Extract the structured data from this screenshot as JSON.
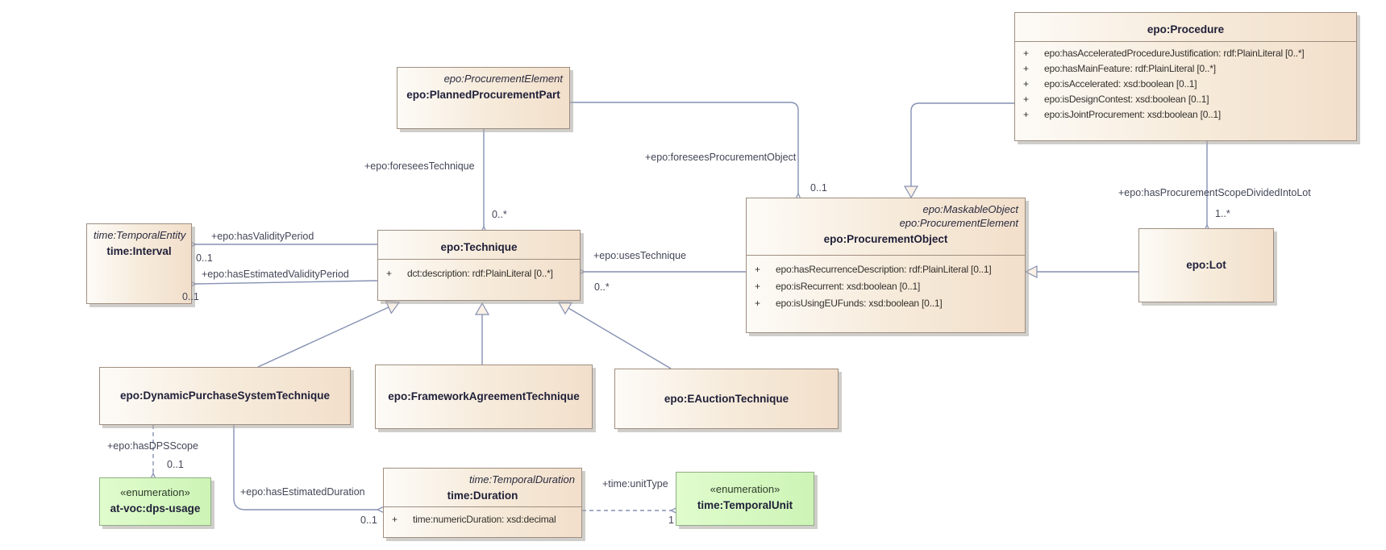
{
  "classes": {
    "plannedProcurementPart": {
      "stereotypes": [
        "epo:ProcurementElement"
      ],
      "name": "epo:PlannedProcurementPart",
      "attributes": []
    },
    "procedure": {
      "stereotypes": [],
      "name": "epo:Procedure",
      "attributes": [
        {
          "vis": "+",
          "sig": "epo:hasAcceleratedProcedureJustification: rdf:PlainLiteral [0..*]"
        },
        {
          "vis": "+",
          "sig": "epo:hasMainFeature: rdf:PlainLiteral [0..*]"
        },
        {
          "vis": "+",
          "sig": "epo:isAccelerated: xsd:boolean [0..1]"
        },
        {
          "vis": "+",
          "sig": "epo:isDesignContest: xsd:boolean [0..1]"
        },
        {
          "vis": "+",
          "sig": "epo:isJointProcurement: xsd:boolean [0..1]"
        }
      ]
    },
    "interval": {
      "stereotypes": [
        "time:TemporalEntity"
      ],
      "name": "time:Interval",
      "attributes": []
    },
    "technique": {
      "stereotypes": [],
      "name": "epo:Technique",
      "attributes": [
        {
          "vis": "+",
          "sig": "dct:description: rdf:PlainLiteral [0..*]"
        }
      ]
    },
    "procurementObject": {
      "stereotypes": [
        "epo:MaskableObject",
        "epo:ProcurementElement"
      ],
      "name": "epo:ProcurementObject",
      "attributes": [
        {
          "vis": "+",
          "sig": "epo:hasRecurrenceDescription: rdf:PlainLiteral [0..1]"
        },
        {
          "vis": "+",
          "sig": "epo:isRecurrent: xsd:boolean [0..1]"
        },
        {
          "vis": "+",
          "sig": "epo:isUsingEUFunds: xsd:boolean [0..1]"
        }
      ]
    },
    "lot": {
      "stereotypes": [],
      "name": "epo:Lot",
      "attributes": []
    },
    "dynamicPurchaseSystemTechnique": {
      "stereotypes": [],
      "name": "epo:DynamicPurchaseSystemTechnique",
      "attributes": []
    },
    "frameworkAgreementTechnique": {
      "stereotypes": [],
      "name": "epo:FrameworkAgreementTechnique",
      "attributes": []
    },
    "eAuctionTechnique": {
      "stereotypes": [],
      "name": "epo:EAuctionTechnique",
      "attributes": []
    },
    "duration": {
      "stereotypes": [
        "time:TemporalDuration"
      ],
      "name": "time:Duration",
      "attributes": [
        {
          "vis": "+",
          "sig": "time:numericDuration: xsd:decimal"
        }
      ]
    },
    "dpsUsage": {
      "stereotype": "«enumeration»",
      "name": "at-voc:dps-usage"
    },
    "temporalUnit": {
      "stereotype": "«enumeration»",
      "name": "time:TemporalUnit"
    }
  },
  "associations": {
    "foreseesTechnique": {
      "label": "+epo:foreseesTechnique",
      "multiplicity": "0..*"
    },
    "foreseesProcurementObject": {
      "label": "+epo:foreseesProcurementObject",
      "multiplicity": "0..1"
    },
    "hasValidityPeriod": {
      "label": "+epo:hasValidityPeriod",
      "multiplicity": "0..1"
    },
    "hasEstimatedValidityPeriod": {
      "label": "+epo:hasEstimatedValidityPeriod",
      "multiplicity": "0..1"
    },
    "usesTechnique": {
      "label": "+epo:usesTechnique",
      "multiplicity": "0..*"
    },
    "hasProcurementScopeDividedIntoLot": {
      "label": "+epo:hasProcurementScopeDividedIntoLot",
      "multiplicity": "1..*"
    },
    "hasDPSScope": {
      "label": "+epo:hasDPSScope",
      "multiplicity": "0..1"
    },
    "hasEstimatedDuration": {
      "label": "+epo:hasEstimatedDuration",
      "multiplicity": "0..1"
    },
    "unitType": {
      "label": "+time:unitType",
      "multiplicity": "1"
    }
  },
  "colors": {
    "connector": "#8691b3",
    "box_border": "#9f8e80",
    "box_fill_light": "#fdfbf7",
    "box_fill_dark": "#f2dfcb",
    "enum_fill": "#cdf4b6",
    "enum_border": "#8fae83"
  }
}
